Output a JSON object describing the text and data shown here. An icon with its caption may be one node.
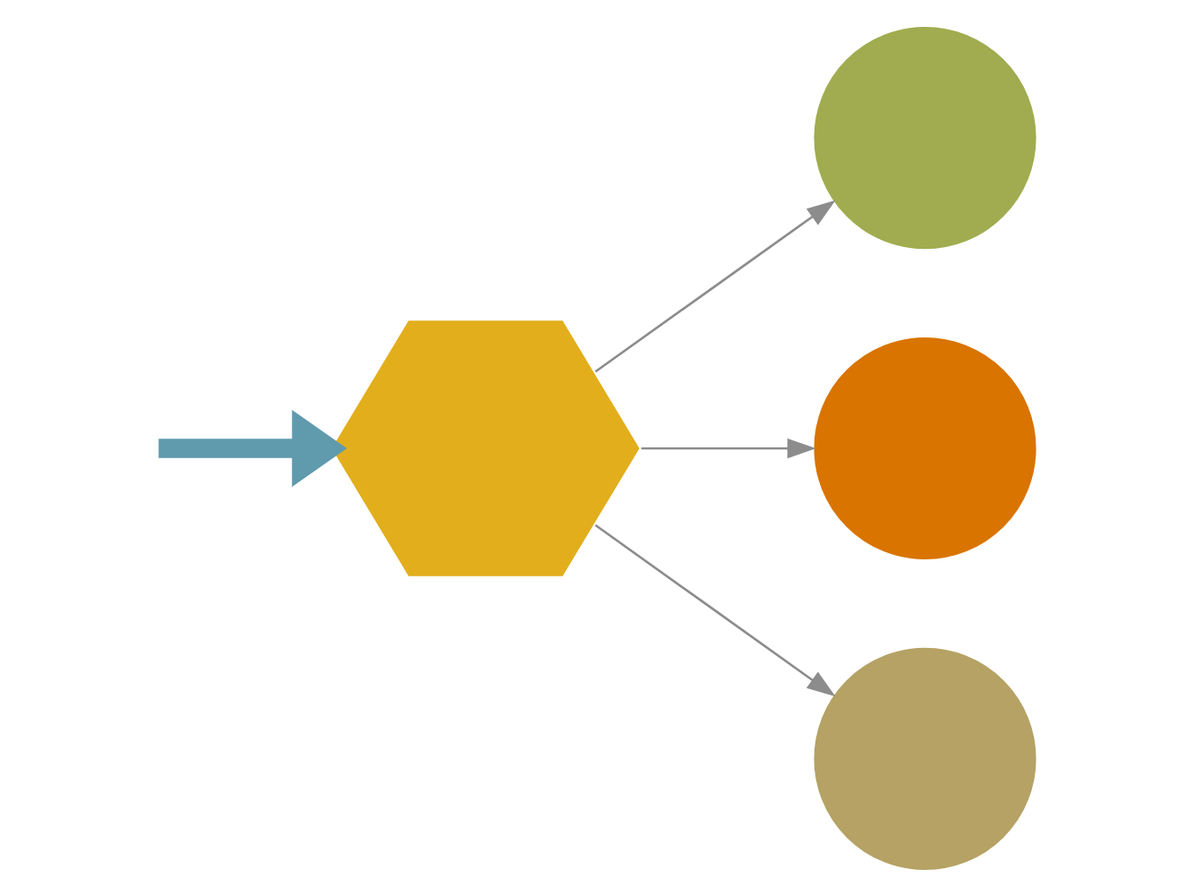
{
  "diagram": {
    "nodes": [
      {
        "text": [],
        "shape": "hexagon"
      },
      {
        "text": [],
        "shape": "circle"
      },
      {
        "text": [],
        "shape": "circle"
      },
      {
        "text": [],
        "shape": "circle"
      }
    ],
    "edges": [
      {
        "from": null,
        "to": 0,
        "arrow": "to",
        "style": "thick",
        "color": "#5f9aad"
      },
      {
        "from": 0,
        "to": 1,
        "arrow": "to"
      },
      {
        "from": 0,
        "to": 2,
        "arrow": "to"
      },
      {
        "from": 0,
        "to": 3,
        "arrow": "to"
      }
    ]
  }
}
